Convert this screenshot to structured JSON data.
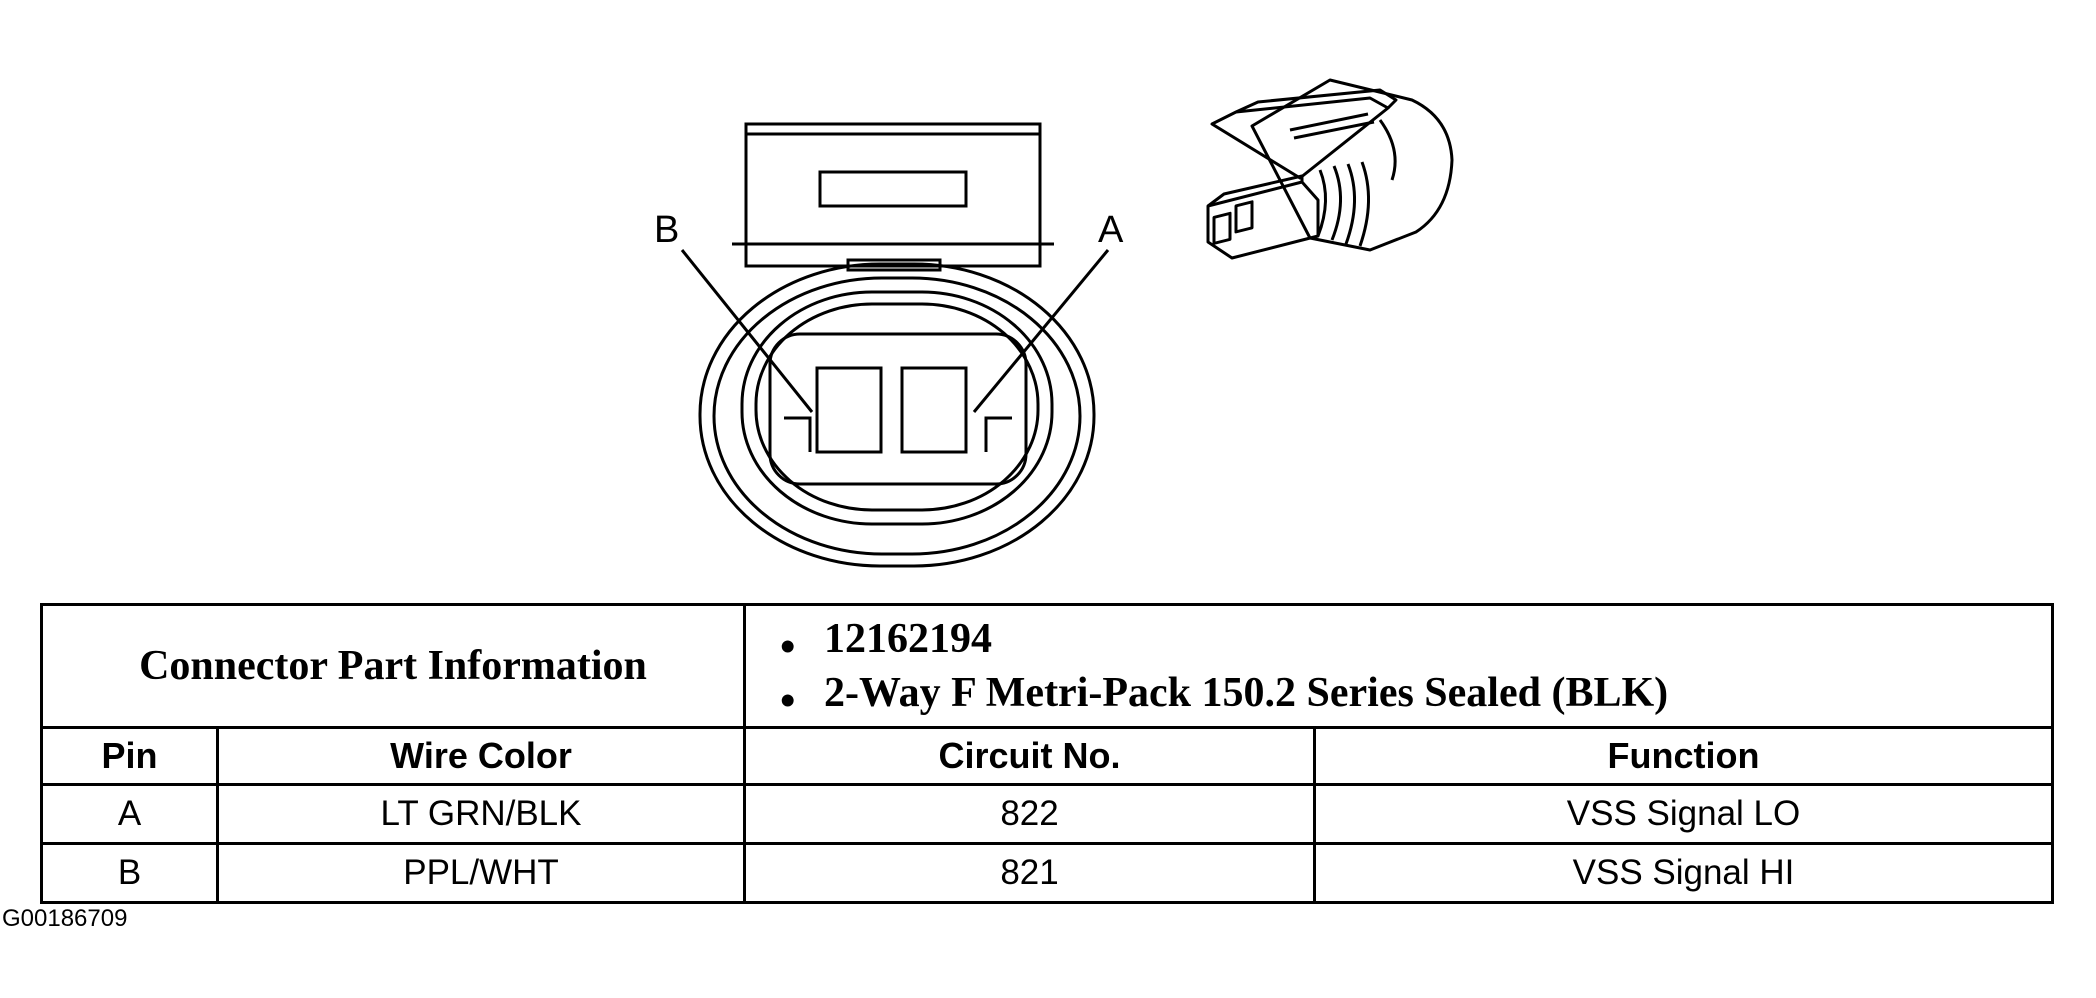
{
  "diagram": {
    "pin_labels": {
      "left": "B",
      "right": "A"
    }
  },
  "connector_info": {
    "title": "Connector Part Information",
    "items": [
      "12162194",
      "2-Way F Metri-Pack 150.2 Series Sealed (BLK)"
    ]
  },
  "table": {
    "headers": [
      "Pin",
      "Wire Color",
      "Circuit No.",
      "Function"
    ],
    "rows": [
      [
        "A",
        "LT GRN/BLK",
        "822",
        "VSS Signal LO"
      ],
      [
        "B",
        "PPL/WHT",
        "821",
        "VSS Signal HI"
      ]
    ]
  },
  "figure_id": "G00186709"
}
